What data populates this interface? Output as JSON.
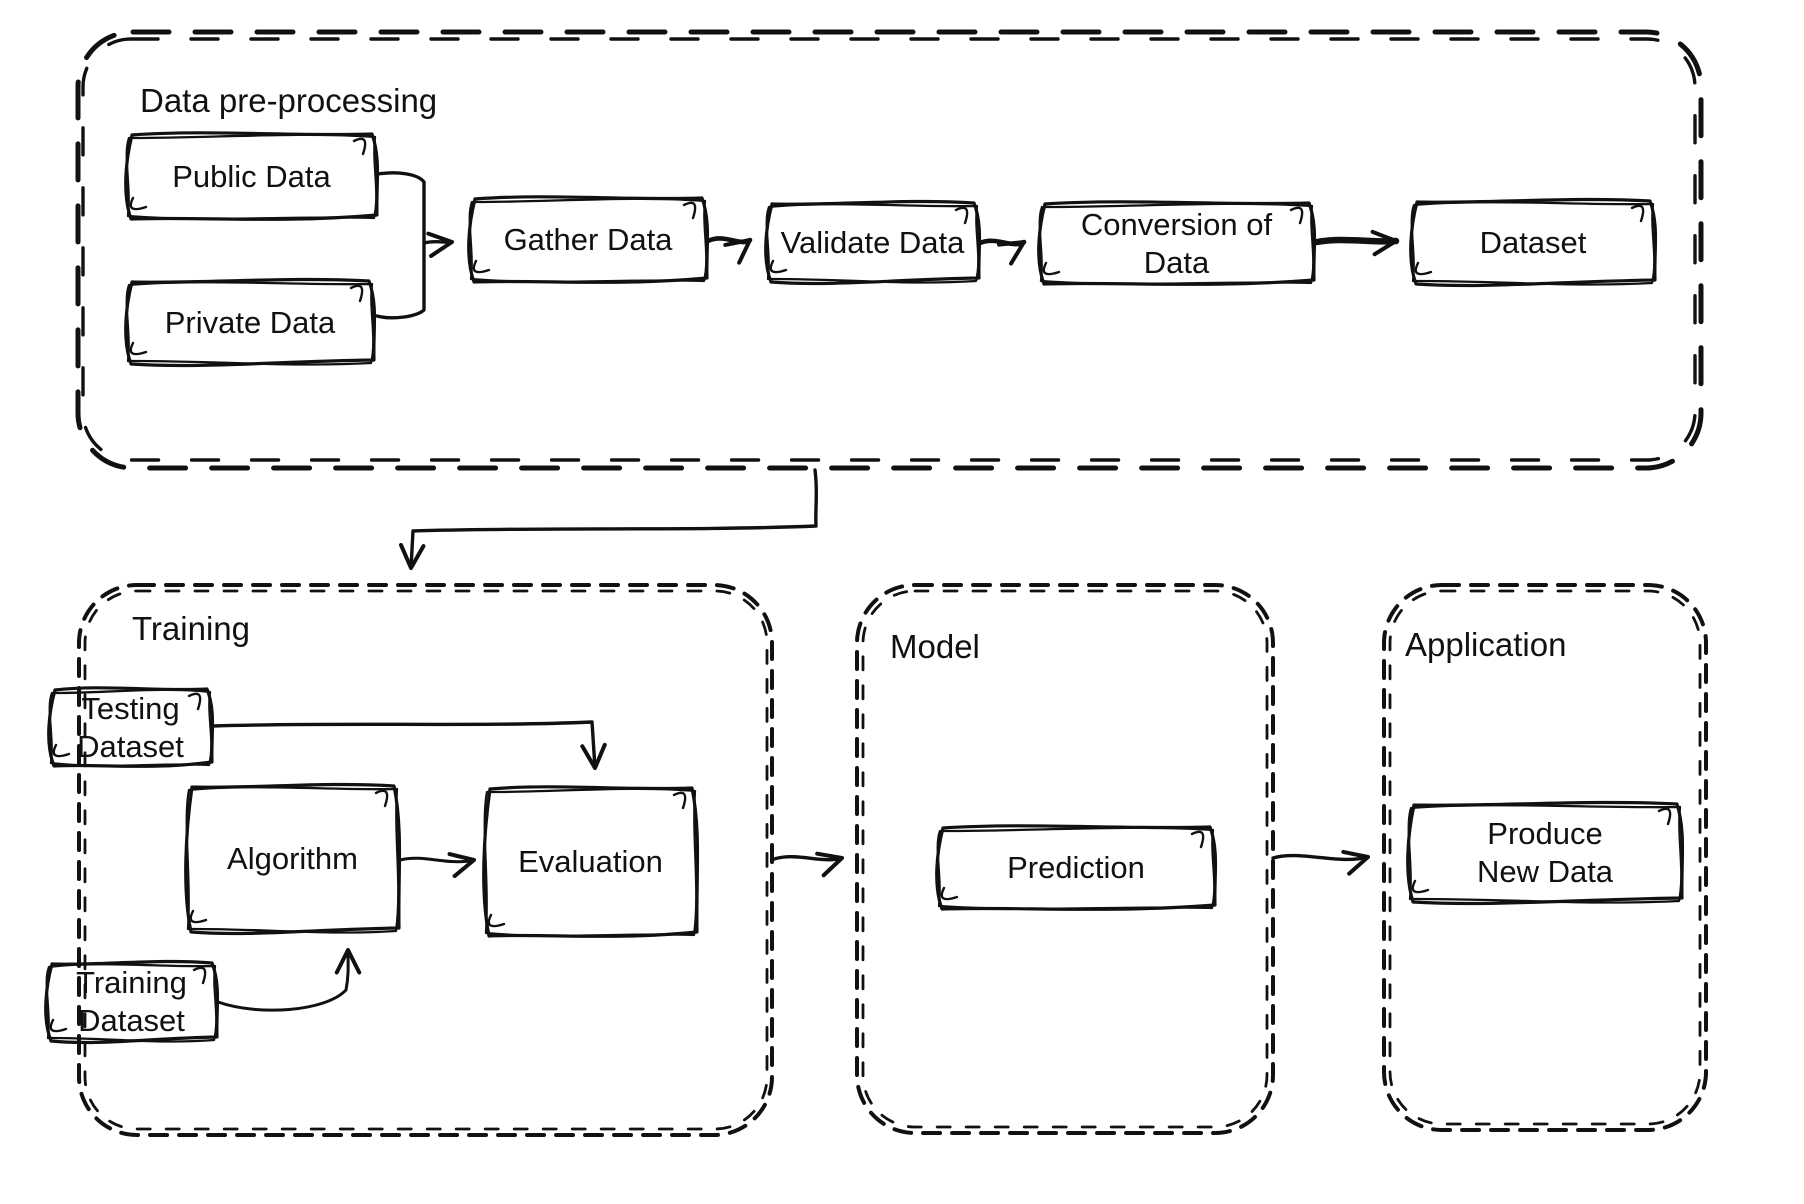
{
  "diagram_type": "hand-drawn flowchart (machine learning pipeline)",
  "colors": {
    "ink": "#111111",
    "background": "#ffffff"
  },
  "containers": {
    "preprocessing": {
      "label": "Data pre-processing"
    },
    "training": {
      "label": "Training"
    },
    "model": {
      "label": "Model"
    },
    "application": {
      "label": "Application"
    }
  },
  "nodes": {
    "public_data": {
      "label": "Public Data"
    },
    "private_data": {
      "label": "Private Data"
    },
    "gather_data": {
      "label": "Gather Data"
    },
    "validate_data": {
      "label": "Validate Data"
    },
    "conversion_of_data": {
      "lines": [
        "Conversion of",
        "Data"
      ]
    },
    "dataset": {
      "label": "Dataset"
    },
    "testing_dataset": {
      "lines": [
        "Testing",
        "Dataset"
      ]
    },
    "algorithm": {
      "label": "Algorithm"
    },
    "evaluation": {
      "label": "Evaluation"
    },
    "training_dataset": {
      "lines": [
        "Training",
        "Dataset"
      ]
    },
    "prediction": {
      "label": "Prediction"
    },
    "produce_new_data": {
      "lines": [
        "Produce",
        "New Data"
      ]
    }
  },
  "edges": [
    {
      "from": "public_data",
      "to": "gather_data"
    },
    {
      "from": "private_data",
      "to": "gather_data"
    },
    {
      "from": "gather_data",
      "to": "validate_data"
    },
    {
      "from": "validate_data",
      "to": "conversion_of_data"
    },
    {
      "from": "conversion_of_data",
      "to": "dataset"
    },
    {
      "from": "preprocessing",
      "to": "training"
    },
    {
      "from": "testing_dataset",
      "to": "evaluation"
    },
    {
      "from": "algorithm",
      "to": "evaluation"
    },
    {
      "from": "training_dataset",
      "to": "algorithm"
    },
    {
      "from": "training",
      "to": "model"
    },
    {
      "from": "model",
      "to": "application"
    }
  ]
}
